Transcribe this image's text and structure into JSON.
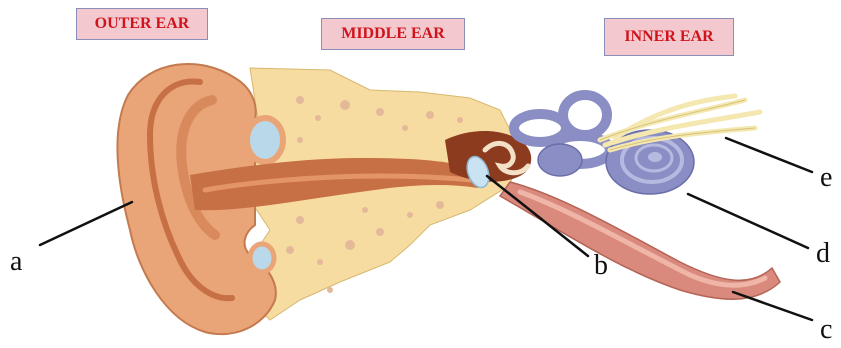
{
  "regions": {
    "outer": "OUTER EAR",
    "middle": "MIDDLE EAR",
    "inner": "INNER EAR"
  },
  "labels": {
    "a": "a",
    "b": "b",
    "c": "c",
    "d": "d",
    "e": "e"
  },
  "colors": {
    "region_box_fill": "#f3c9cf",
    "region_text": "#d0141c",
    "skin": "#e9a478",
    "skin_dark": "#c76f45",
    "bone": "#f6dca0",
    "cochlea": "#8a8ec4",
    "nerve": "#f4e8b0",
    "tube": "#d98a7c"
  }
}
